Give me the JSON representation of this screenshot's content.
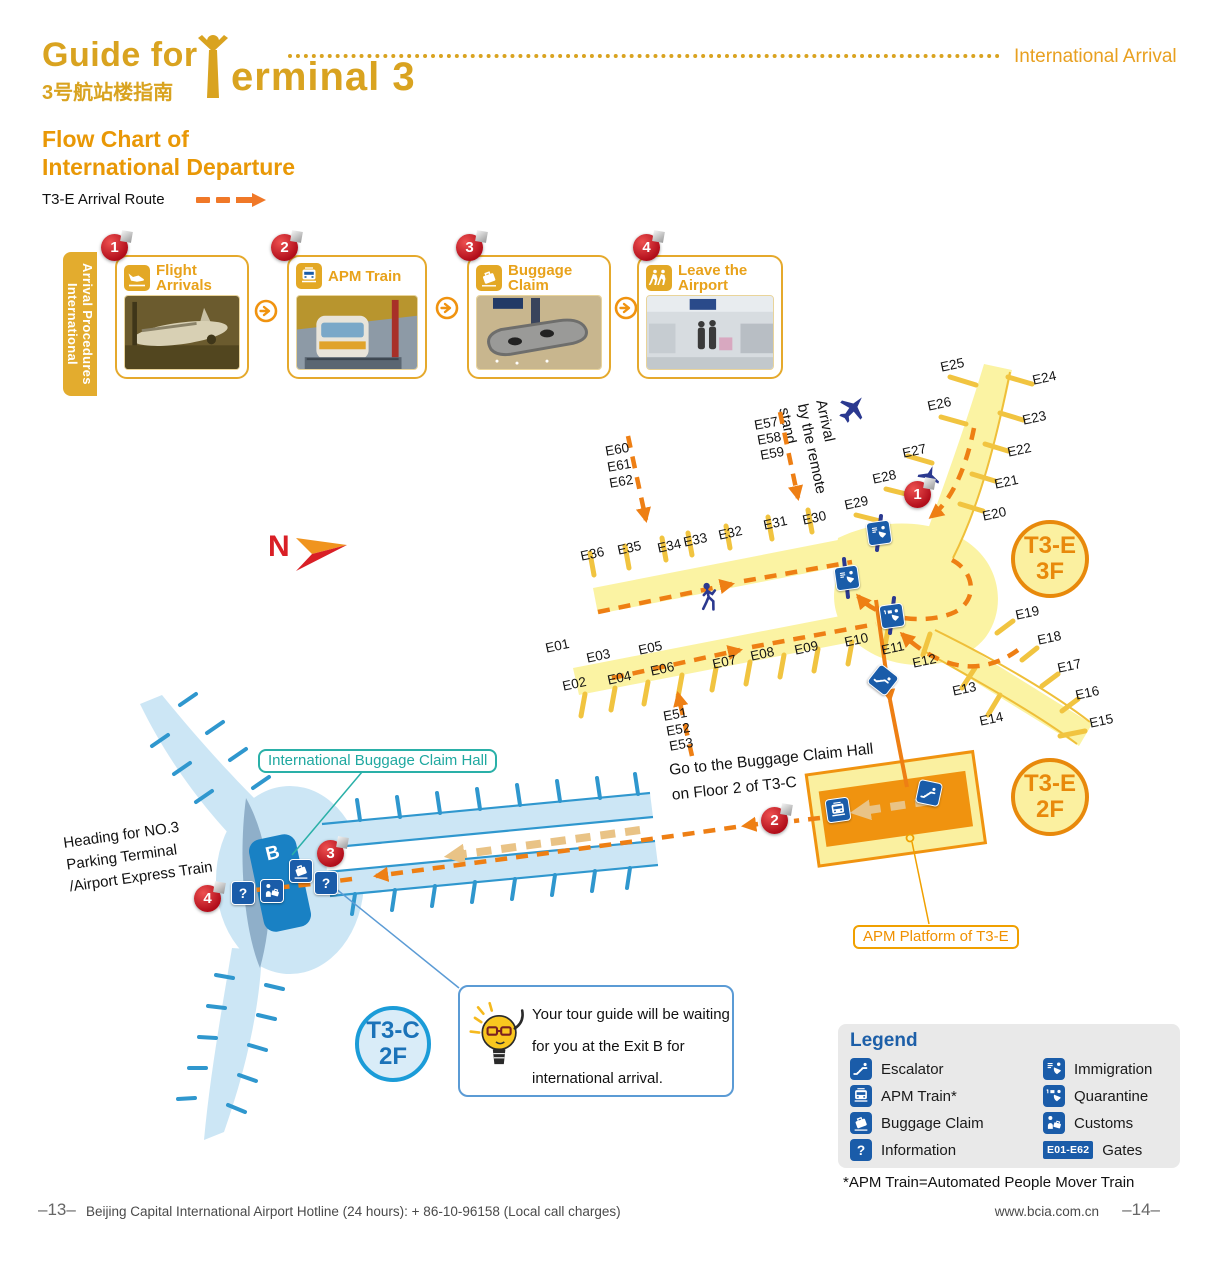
{
  "header": {
    "brand": "Guide for",
    "brand_zh": "3号航站楼指南",
    "terminal_word": "erminal 3",
    "right_label": "International Arrival"
  },
  "flow": {
    "title_line1": "Flow Chart of",
    "title_line2": "International Departure",
    "route_label": "T3-E Arrival Route"
  },
  "procedures": {
    "tab": [
      "International",
      "Arrival Procedures"
    ],
    "steps": [
      {
        "num": "1",
        "label": "Flight Arrivals"
      },
      {
        "num": "2",
        "label": "APM Train"
      },
      {
        "num": "3",
        "label": "Buggage Claim"
      },
      {
        "num": "4",
        "label": "Leave the Airport"
      }
    ]
  },
  "map": {
    "north": "N",
    "badges": {
      "b1": "1",
      "b2": "2",
      "b3": "3",
      "b4": "4"
    },
    "circles": {
      "t3e3f": [
        "T3-E",
        "3F"
      ],
      "t3e2f": [
        "T3-E",
        "2F"
      ],
      "t3c2f": [
        "T3-C",
        "2F"
      ]
    },
    "labels": {
      "remote_lines": [
        "Arrival",
        "by the remote",
        "stand"
      ],
      "goto_lines": [
        "Go to the Buggage Claim Hall",
        "on Floor 2 of T3-C"
      ],
      "claim_hall": "International Buggage Claim Hall",
      "heading_lines": [
        "Heading for NO.3",
        "Parking Terminal",
        "/Airport Express Train"
      ],
      "apm_platform": "APM Platform of T3-E",
      "exit_b": "B"
    },
    "tip_lines": [
      "Your tour guide will be waiting",
      "for you at the Exit B for",
      "international arrival."
    ],
    "gates": {
      "main": [
        "E01",
        "E02",
        "E03",
        "E04",
        "E05",
        "E06",
        "E07",
        "E08",
        "E09",
        "E10",
        "E11",
        "E12",
        "E13",
        "E14",
        "E15",
        "E16",
        "E17",
        "E18",
        "E19",
        "E20",
        "E21",
        "E22",
        "E23",
        "E24",
        "E25",
        "E26",
        "E27",
        "E28",
        "E29",
        "E30",
        "E31",
        "E32",
        "E33",
        "E34",
        "E35",
        "E36"
      ],
      "remote": [
        "E51",
        "E52",
        "E53",
        "E57",
        "E58",
        "E59",
        "E60",
        "E61",
        "E62"
      ]
    }
  },
  "legend": {
    "title": "Legend",
    "items": [
      {
        "icon": "escalator",
        "label": "Escalator"
      },
      {
        "icon": "apm",
        "label": "APM Train*"
      },
      {
        "icon": "buggage",
        "label": "Buggage Claim"
      },
      {
        "icon": "info",
        "label": "Information"
      },
      {
        "icon": "immigration",
        "label": "Immigration"
      },
      {
        "icon": "quarantine",
        "label": "Quarantine"
      },
      {
        "icon": "customs",
        "label": "Customs"
      },
      {
        "icon": "gates",
        "label": "Gates",
        "chip": "E01-E62"
      }
    ],
    "footnote": "*APM Train=Automated People Mover Train"
  },
  "footer": {
    "page_left": "–13–",
    "hotline": "Beijing Capital International Airport Hotline (24 hours): + 86-10-96158 (Local call charges)",
    "site": "www.bcia.com.cn",
    "page_right": "–14–"
  },
  "colors": {
    "gold": "#D9A320",
    "route_orange": "#EE7F14",
    "terminal_yellow": "#FBF3A3",
    "gate_gold": "#F1C440",
    "t3c_blue": "#CCE6F5",
    "t3c_stub": "#2F97CE",
    "icon_blue": "#1A5CA9",
    "navy": "#2B3990",
    "badge_red": "#B10D1A",
    "teal": "#1FA8A0",
    "tan": "#E9C386"
  }
}
